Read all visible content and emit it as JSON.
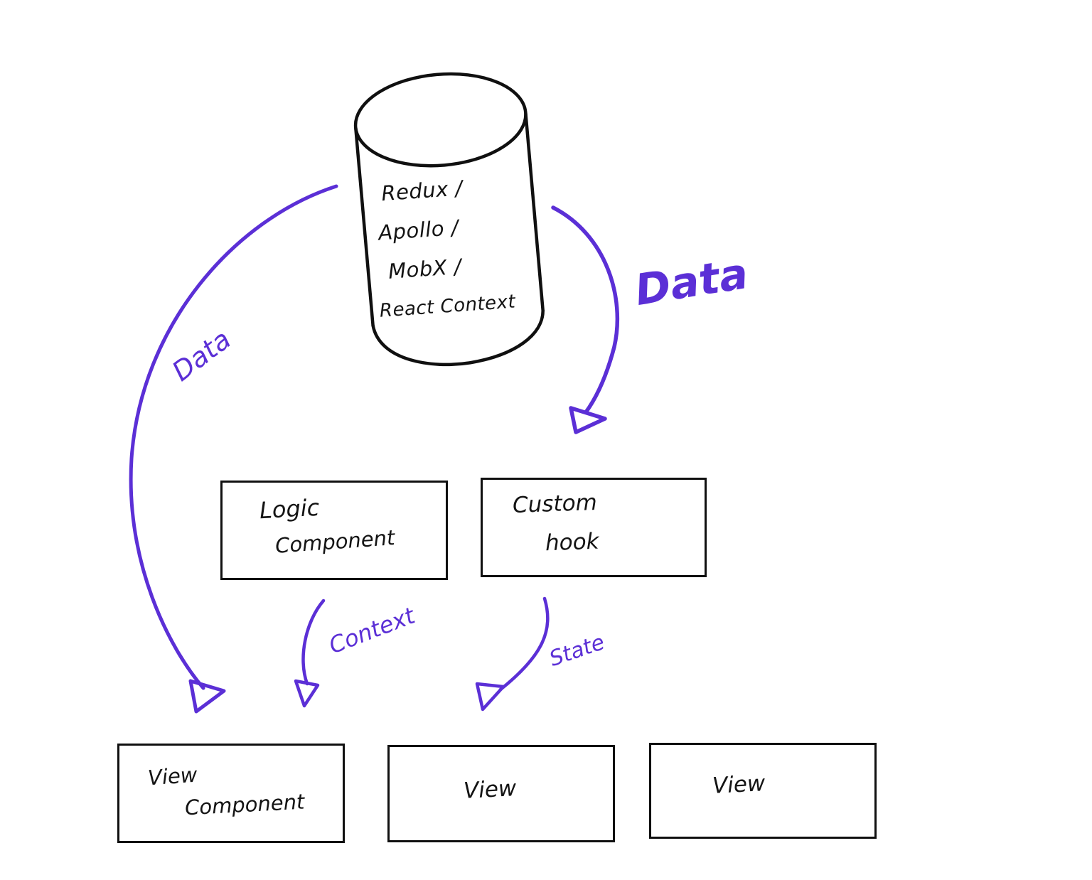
{
  "colors": {
    "ink": "#101010",
    "accent": "#5b2fd6",
    "background": "#ffffff"
  },
  "store": {
    "lines": [
      "Redux /",
      "Apollo /",
      "MobX /",
      "React Context"
    ]
  },
  "arrows": {
    "data_left_label": "Data",
    "data_right_label": "Data",
    "context_label": "Context",
    "state_label": "State"
  },
  "boxes": {
    "logic": {
      "line1": "Logic",
      "line2": "Component"
    },
    "custom_hook": {
      "line1": "Custom",
      "line2": "hook"
    },
    "view_component": {
      "line1": "View",
      "line2": "Component"
    },
    "view_mid": {
      "label": "View"
    },
    "view_right": {
      "label": "View"
    }
  }
}
